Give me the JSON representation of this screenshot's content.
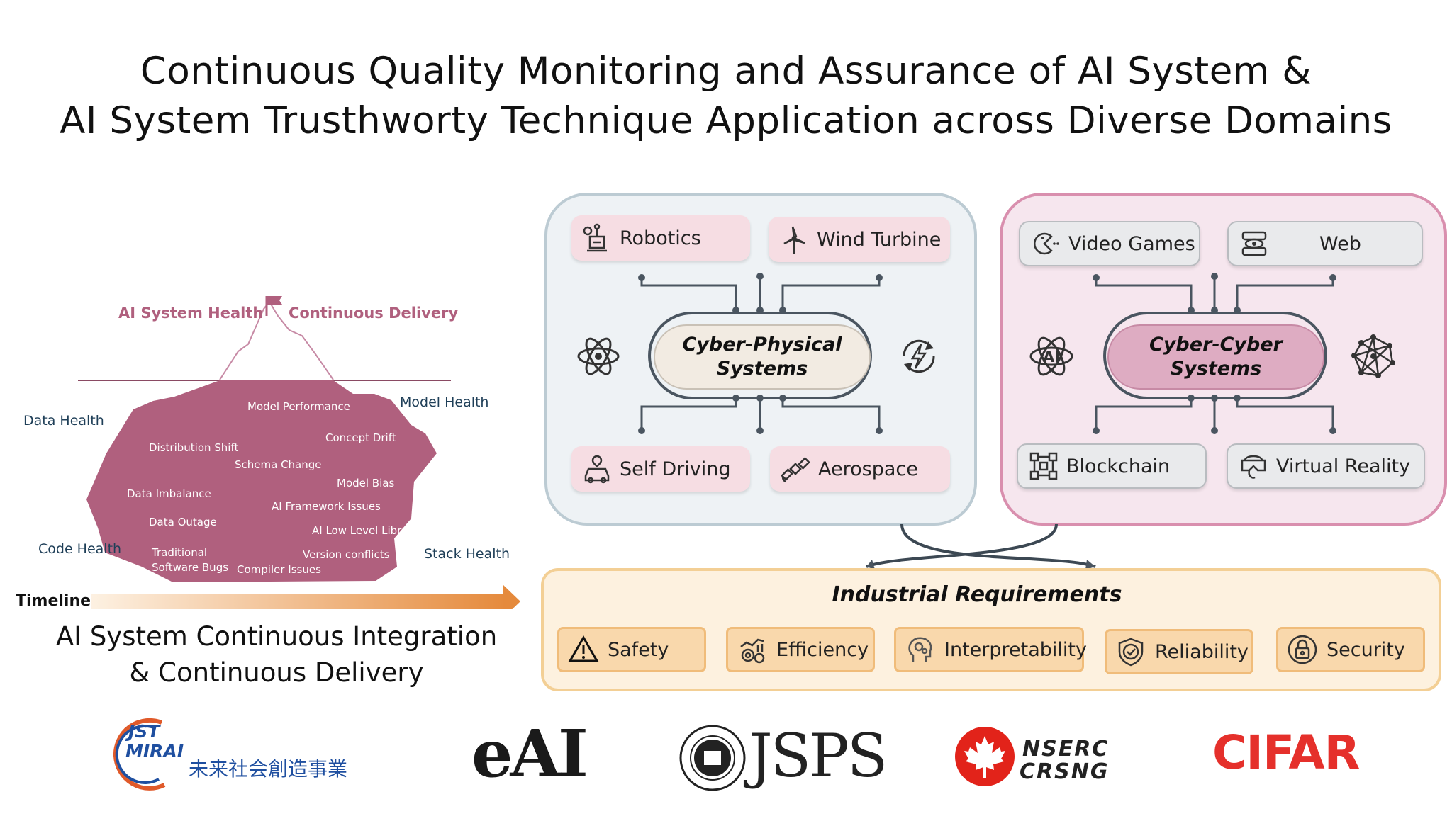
{
  "title": {
    "line1": "Continuous Quality Monitoring and Assurance of AI System &",
    "line2": "AI System Trusthworty  Technique Application across Diverse Domains"
  },
  "iceberg": {
    "peak_left": "AI System Health",
    "peak_right": "Continuous Delivery",
    "sides": {
      "data_health": "Data Health",
      "model_health": "Model Health",
      "code_health": "Code Health",
      "stack_health": "Stack Health"
    },
    "issues": {
      "model_performance": "Model Performance",
      "concept_drift": "Concept Drift",
      "distribution_shift": "Distribution Shift",
      "schema_change": "Schema Change",
      "model_bias": "Model Bias",
      "data_imbalance": "Data Imbalance",
      "ai_framework_issues": "AI Framework Issues",
      "data_outage": "Data Outage",
      "ai_low_level_library": "AI Low Level Library",
      "traditional_line1": "Traditional",
      "traditional_line2": "Software Bugs",
      "version_conflicts": "Version conflicts",
      "compiler_issues": "Compiler Issues"
    },
    "timeline": "Timeline",
    "ci_line1": "AI System Continuous Integration",
    "ci_line2": "& Continuous Delivery"
  },
  "cyber_physical": {
    "core_line1": "Cyber-Physical",
    "core_line2": "Systems",
    "domains": {
      "robotics": "Robotics",
      "wind_turbine": "Wind Turbine",
      "self_driving": "Self Driving",
      "aerospace": "Aerospace"
    }
  },
  "cyber_cyber": {
    "core_line1": "Cyber-Cyber",
    "core_line2": "Systems",
    "ai_icon_text": "AI",
    "domains": {
      "video_games": "Video Games",
      "web": "Web",
      "blockchain": "Blockchain",
      "virtual_reality": "Virtual Reality"
    }
  },
  "requirements": {
    "title": "Industrial Requirements",
    "items": {
      "safety": "Safety",
      "efficiency": "Efficiency",
      "interpretability": "Interpretability",
      "reliability": "Reliability",
      "security": "Security"
    }
  },
  "logos": {
    "jst_line1": "JST",
    "jst_line2": "MIRAI",
    "jst_japanese": "未来社会創造事業",
    "eai": "eAI",
    "jsps": "JSPS",
    "nserc": "NSERC",
    "crsng": "CRSNG",
    "cifar": "CIFAR"
  },
  "colors": {
    "iceberg": "#b0607e",
    "timeline_arrow": "#e58a3c",
    "cps_panel": "#eef2f5",
    "cc_panel": "#f6e6ee",
    "requirements_panel": "#fdf1df",
    "cifar_red": "#e5302b",
    "nserc_red": "#e2231a"
  }
}
